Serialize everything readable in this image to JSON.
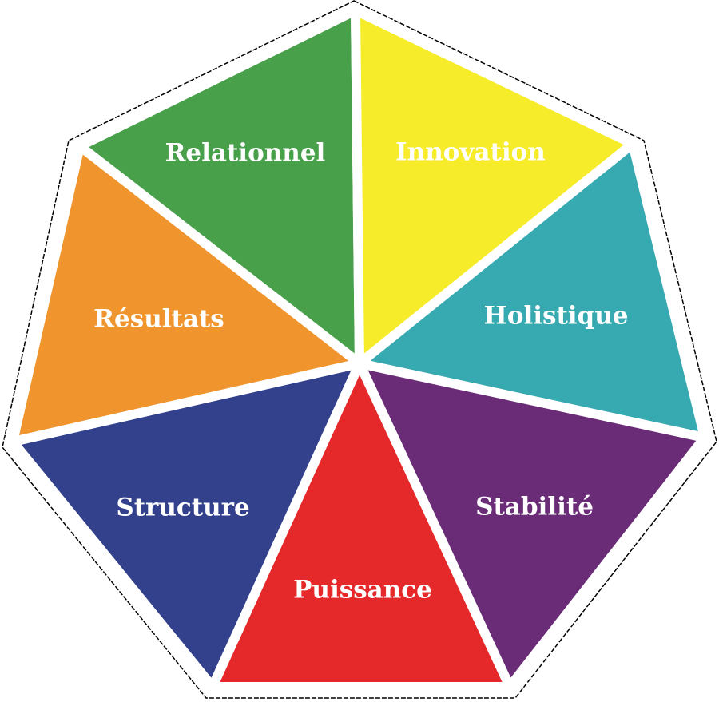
{
  "segments": [
    {
      "label": "Relationnel",
      "color": "#49a04b"
    },
    {
      "label": "Innovation",
      "color": "#f6ec2a"
    },
    {
      "label": "Holistique",
      "color": "#37a9b1"
    },
    {
      "label": "Stabilité",
      "color": "#6a2c77"
    },
    {
      "label": "Puissance",
      "color": "#e5292a"
    },
    {
      "label": "Structure",
      "color": "#33418d"
    },
    {
      "label": "Résultats",
      "color": "#f0952d"
    }
  ]
}
